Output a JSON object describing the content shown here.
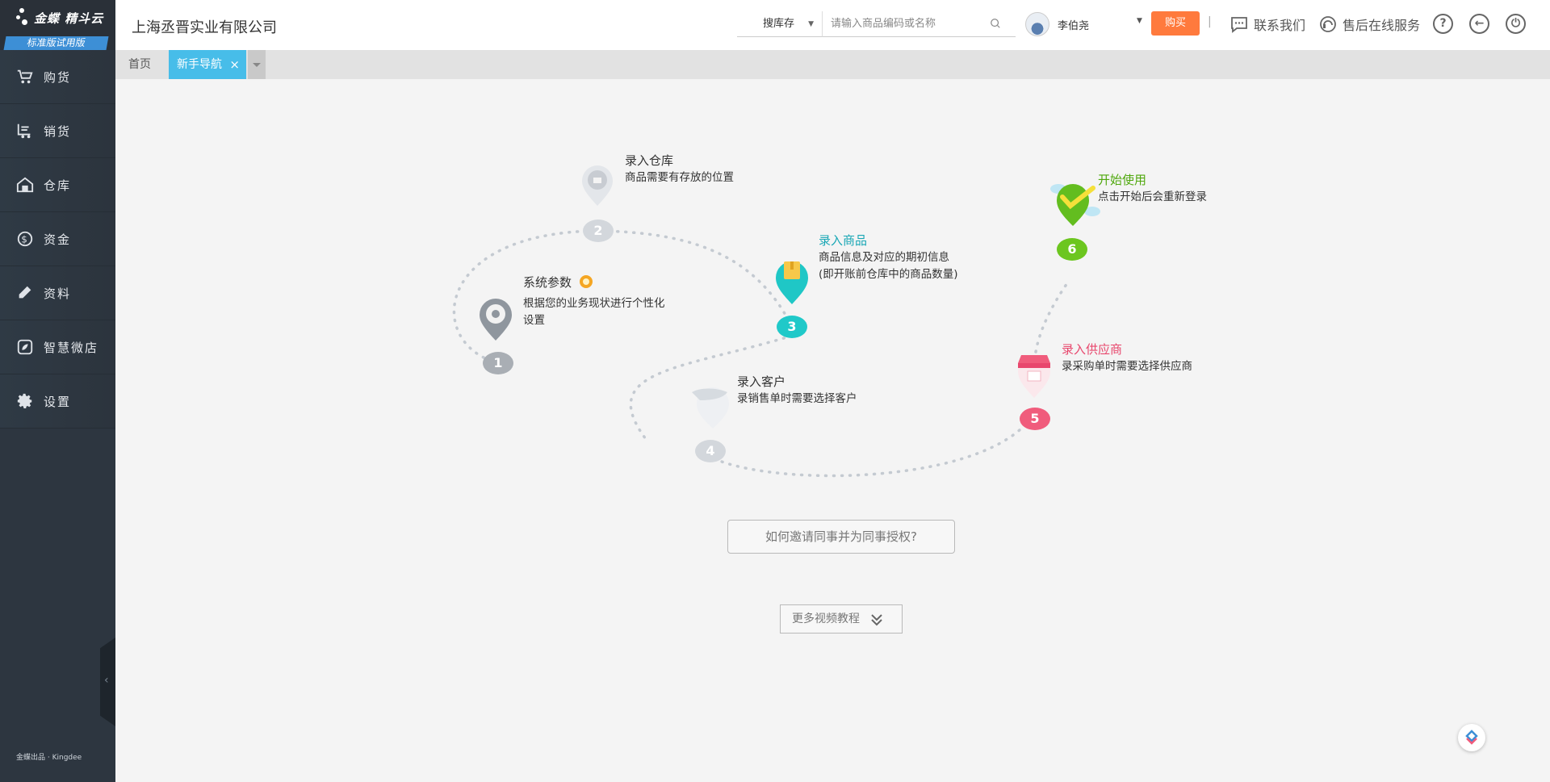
{
  "sidebar": {
    "logo_text": "金蝶 精斗云",
    "edition": "标准版试用版",
    "items": [
      {
        "label": "购货",
        "icon": "cart-icon"
      },
      {
        "label": "销货",
        "icon": "sales-cart-icon"
      },
      {
        "label": "仓库",
        "icon": "warehouse-icon"
      },
      {
        "label": "资金",
        "icon": "dollar-icon"
      },
      {
        "label": "资料",
        "icon": "pencil-icon"
      },
      {
        "label": "智慧微店",
        "icon": "shop-icon"
      },
      {
        "label": "设置",
        "icon": "gear-icon"
      }
    ],
    "collapse_glyph": "‹",
    "brand": "金蝶出品 · Kingdee"
  },
  "header": {
    "company": "上海丞晋实业有限公司",
    "search_scope": "搜库存",
    "search_placeholder": "请输入商品编码或名称",
    "username": "李伯尧",
    "buy_label": "购买",
    "separator": "|",
    "contact_label": "联系我们",
    "service_label": "售后在线服务",
    "help_glyph": "?",
    "back_glyph": "←",
    "power_glyph": "⏻"
  },
  "tabs": {
    "home": "首页",
    "active": "新手导航",
    "close_glyph": "×"
  },
  "guide": {
    "steps": [
      {
        "num": "1",
        "title": "系统参数",
        "desc": "根据您的业务现状进行个性化设置",
        "color": "#a9aeb4",
        "title_color": "#333333"
      },
      {
        "num": "2",
        "title": "录入仓库",
        "desc": "商品需要有存放的位置",
        "color": "#d3d7dc",
        "title_color": "#333333"
      },
      {
        "num": "3",
        "title": "录入商品",
        "desc": "商品信息及对应的期初信息(即开账前仓库中的商品数量)",
        "color": "#20c9c9",
        "title_color": "#19a7b5"
      },
      {
        "num": "4",
        "title": "录入客户",
        "desc": "录销售单时需要选择客户",
        "color": "#d3d7dc",
        "title_color": "#333333"
      },
      {
        "num": "5",
        "title": "录入供应商",
        "desc": "录采购单时需要选择供应商",
        "color": "#f05c7c",
        "title_color": "#e8476d"
      },
      {
        "num": "6",
        "title": "开始使用",
        "desc": "点击开始后会重新登录",
        "color": "#6cc61f",
        "title_color": "#4fa80d"
      }
    ],
    "invite_label": "如何邀请同事并为同事授权?",
    "more_label": "更多视频教程"
  }
}
